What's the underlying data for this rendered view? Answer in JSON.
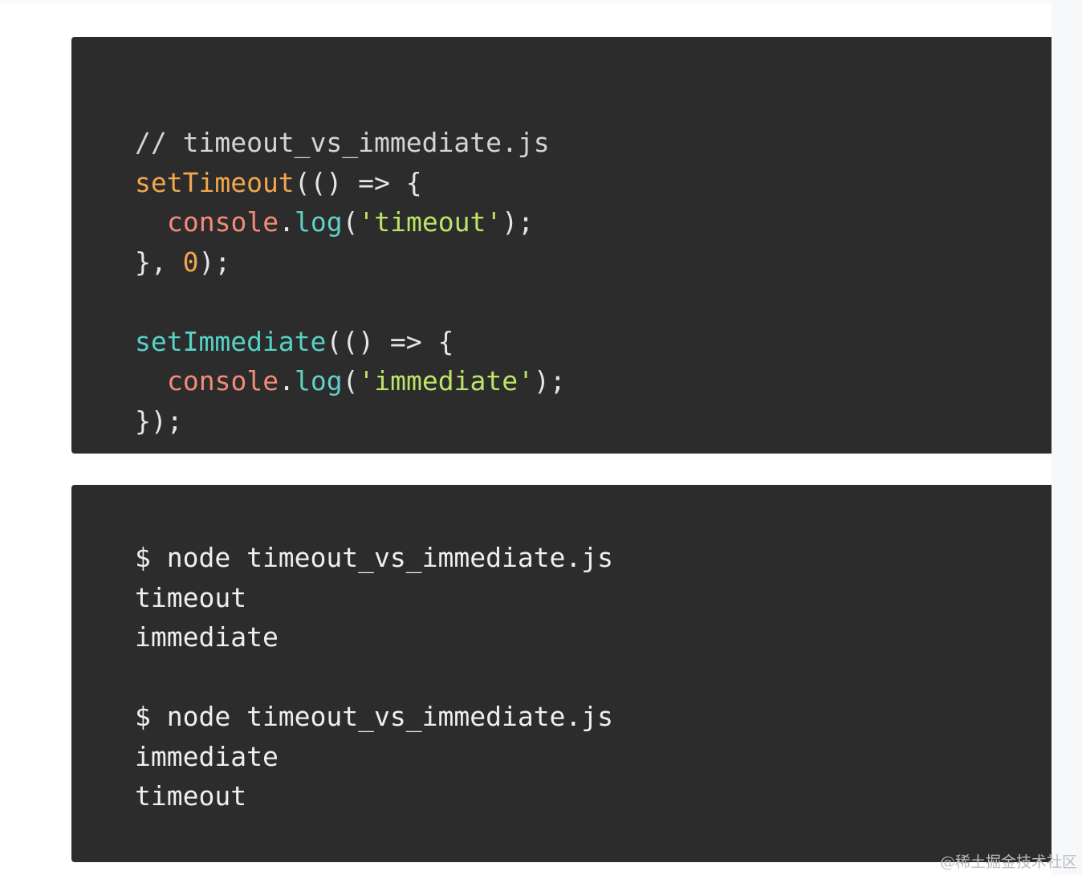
{
  "code_block": {
    "comment": "// timeout_vs_immediate.js",
    "settimeout_fn": "setTimeout",
    "arrow_open_1": "(() => {",
    "console_1": "console",
    "dot_1": ".",
    "log_1": "log",
    "paren_open_1": "(",
    "string_1": "'timeout'",
    "paren_close_1": ");",
    "close_brace_1": "}, ",
    "delay_value": "0",
    "close_paren_1": ");",
    "setimmediate_fn": "setImmediate",
    "arrow_open_2": "(() => {",
    "console_2": "console",
    "dot_2": ".",
    "log_2": "log",
    "paren_open_2": "(",
    "string_2": "'immediate'",
    "paren_close_2": ");",
    "close_2": "});"
  },
  "terminal_block": {
    "lines": [
      "$ node timeout_vs_immediate.js",
      "timeout",
      "immediate",
      "",
      "$ node timeout_vs_immediate.js",
      "immediate",
      "timeout"
    ]
  },
  "watermark": "@稀土掘金技术社区",
  "colors": {
    "background": "#2c2c2c",
    "comment": "#d4d4d4",
    "function_orange": "#f2a64b",
    "function_cyan": "#56d2c7",
    "console": "#f38b76",
    "string": "#bde468"
  }
}
